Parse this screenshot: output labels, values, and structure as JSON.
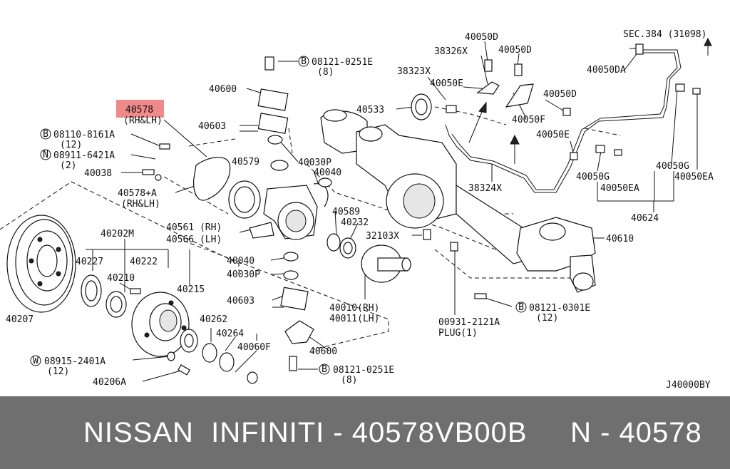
{
  "labels": {
    "sec384": "SEC.384 (31098)",
    "p40050DA": "40050DA",
    "p40050D_a": "40050D",
    "p38326X": "38326X",
    "p40050D_b": "40050D",
    "bolt08121_0251E_top": "08121-0251E",
    "qty8_top": "(8)",
    "p38323X": "38323X",
    "p40050E_a": "40050E",
    "p40050D_c": "40050D",
    "p40600_top": "40600",
    "p40578": "40578",
    "rhlh_40578": "(RH&LH)",
    "p40533": "40533",
    "p40603_top": "40603",
    "p40050F_a": "40050F",
    "p40050E_b": "40050E",
    "bolt08110_8161A": "08110-8161A",
    "qty12_a": "(12)",
    "nut08911_6421A": "08911-6421A",
    "qty2": "(2)",
    "p40030P_top": "40030P",
    "p40579": "40579",
    "p40040_top": "40040",
    "p40038": "40038",
    "p40050G_a": "40050G",
    "p40050EA_a": "40050EA",
    "p40050G_b": "40050G",
    "p40050EA_b": "40050EA",
    "p38324X": "38324X",
    "p40578A": "40578+A",
    "rhlh_40578A": "(RH&LH)",
    "p40589": "40589",
    "p40232": "40232",
    "p40624": "40624",
    "p40202M": "40202M",
    "p40561": "40561 (RH)",
    "p40566": "40566 (LH)",
    "p32103X": "32103X",
    "p40610": "40610",
    "p40227": "40227",
    "p40222": "40222",
    "p40040_mid": "40040",
    "p40210": "40210",
    "p40030P_mid": "40030P",
    "p40215": "40215",
    "p40603_mid": "40603",
    "p40010": "40010(RH)",
    "p40011": "40011(LH)",
    "bolt08121_0301E": "08121-0301E",
    "qty12_b": "(12)",
    "p40207": "40207",
    "p40262": "40262",
    "p00931": "00931-2121A",
    "plug": "PLUG(1)",
    "p40264": "40264",
    "p40600_bot": "40600",
    "p40060F": "40060F",
    "w08915_2401A": "08915-2401A",
    "qty12_c": "(12)",
    "bolt08121_0251E_bot": "08121-0251E",
    "qty8_bot": "(8)",
    "p40206A": "40206A",
    "drawing_no": "J40000BY",
    "circ_B": "B",
    "circ_N": "N",
    "circ_W": "W"
  },
  "highlight_color": "#f08a8a",
  "footer": {
    "text": "NISSAN  INFINITI - 40578VB00B     N - 40578",
    "background": "#6f6f6f"
  }
}
